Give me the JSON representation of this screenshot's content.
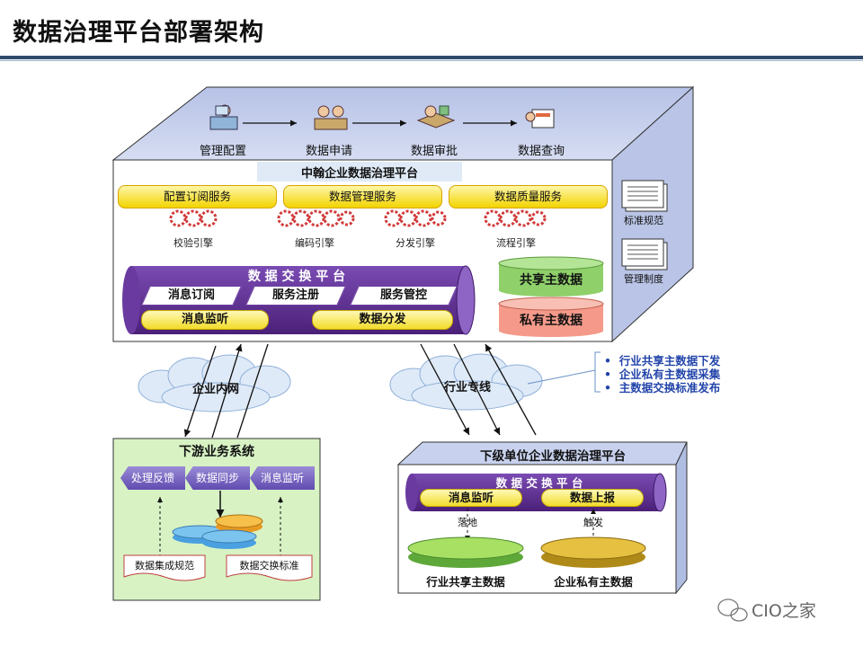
{
  "slide": {
    "title": "数据治理平台部署架构"
  },
  "top_steps": [
    "管理配置",
    "数据申请",
    "数据审批",
    "数据查询"
  ],
  "main_platform": {
    "title": "中翰企业数据治理平台",
    "services": [
      "配置订阅服务",
      "数据管理服务",
      "数据质量服务"
    ],
    "engines": [
      "校验引擎",
      "编码引擎",
      "分发引擎",
      "流程引擎"
    ],
    "exchange": {
      "title": "数 据 交 换 平 台",
      "row1": [
        "消息订阅",
        "服务注册",
        "服务管控"
      ],
      "row2": [
        "消息监听",
        "数据分发"
      ]
    },
    "master_data": [
      "共享主数据",
      "私有主数据"
    ],
    "side_docs": [
      "标准规范",
      "管理制度"
    ]
  },
  "clouds": [
    "企业内网",
    "行业专线"
  ],
  "bullets": [
    "行业共享主数据下发",
    "企业私有主数据采集",
    "主数据交换标准发布"
  ],
  "downstream": {
    "title": "下游业务系统",
    "chevrons": [
      "处理反馈",
      "数据同步",
      "消息监听"
    ],
    "docs": [
      "数据集成规范",
      "数据交换标准"
    ]
  },
  "subordinate": {
    "title": "下级单位企业数据治理平台",
    "exchange_title": "数 据 交 换 平 台",
    "pills": [
      "消息监听",
      "数据上报"
    ],
    "arrow_labels": [
      "落地",
      "触发"
    ],
    "stores": [
      "行业共享主数据",
      "企业私有主数据"
    ]
  },
  "watermark": "CIO之家",
  "colors": {
    "title_rule": "#2f4c6b",
    "box_blue": "#c8d2ee",
    "exchange_purple": "#5b2d8e",
    "green_box": "#d3f0b8"
  }
}
